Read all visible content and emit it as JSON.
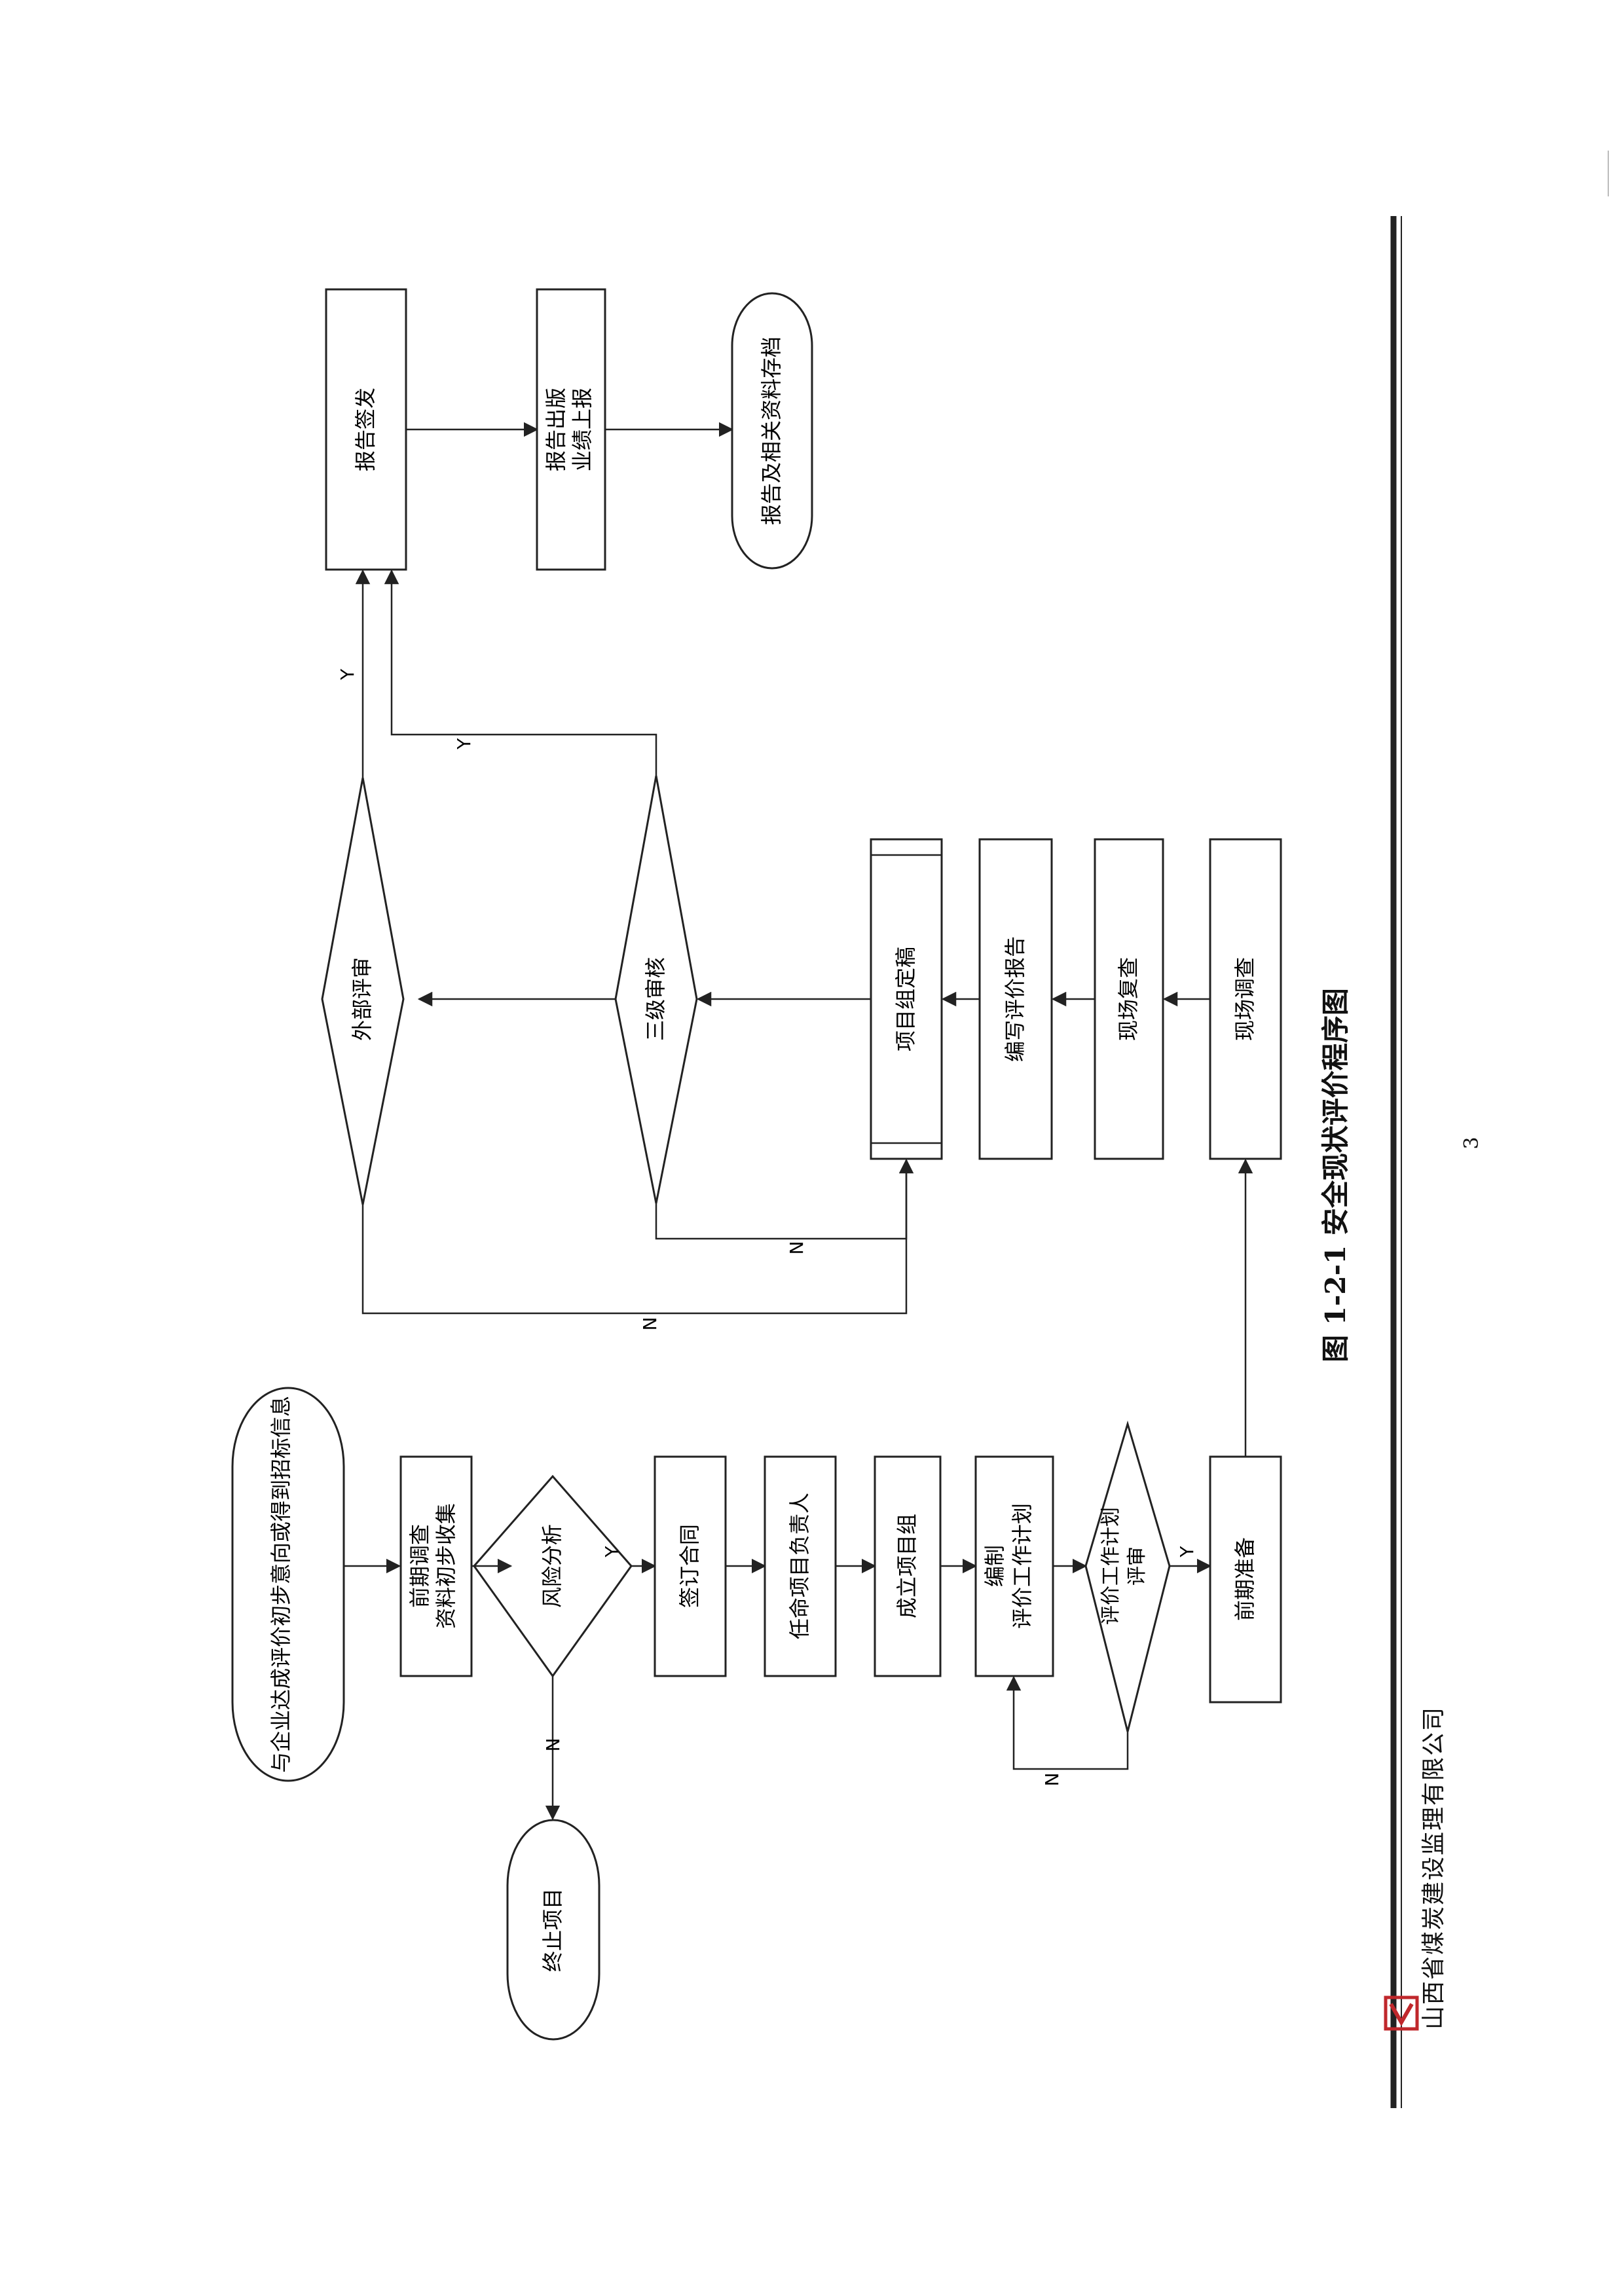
{
  "diagram": {
    "nodes": {
      "start": "与企业达成评价初步意向或得到招标信息",
      "pre_survey_line1": "前期调查",
      "pre_survey_line2": "资料初步收集",
      "risk_analysis": "风险分析",
      "terminate": "终止项目",
      "sign_contract": "签订合同",
      "appoint_leader": "任命项目负责人",
      "establish_group": "成立项目组",
      "compile_plan_line1": "编制",
      "compile_plan_line2": "评价工作计划",
      "plan_review_line1": "评价工作计划",
      "plan_review_line2": "评审",
      "preparation": "前期准备",
      "site_survey": "现场调查",
      "site_recheck": "现场复查",
      "write_report": "编写评价报告",
      "group_finalize": "项目组定稿",
      "level3_review": "三级审核",
      "external_review": "外部评审",
      "report_issue": "报告签发",
      "report_publish_line1": "报告出版",
      "report_publish_line2": "业绩上报",
      "archive": "报告及相关资料存档"
    },
    "edge_labels": {
      "yes": "Y",
      "no": "N"
    }
  },
  "caption": "图 1-2-1  安全现状评价程序图",
  "page_number": "3",
  "footer": {
    "company": "山西省煤炭建设监理有限公司"
  }
}
